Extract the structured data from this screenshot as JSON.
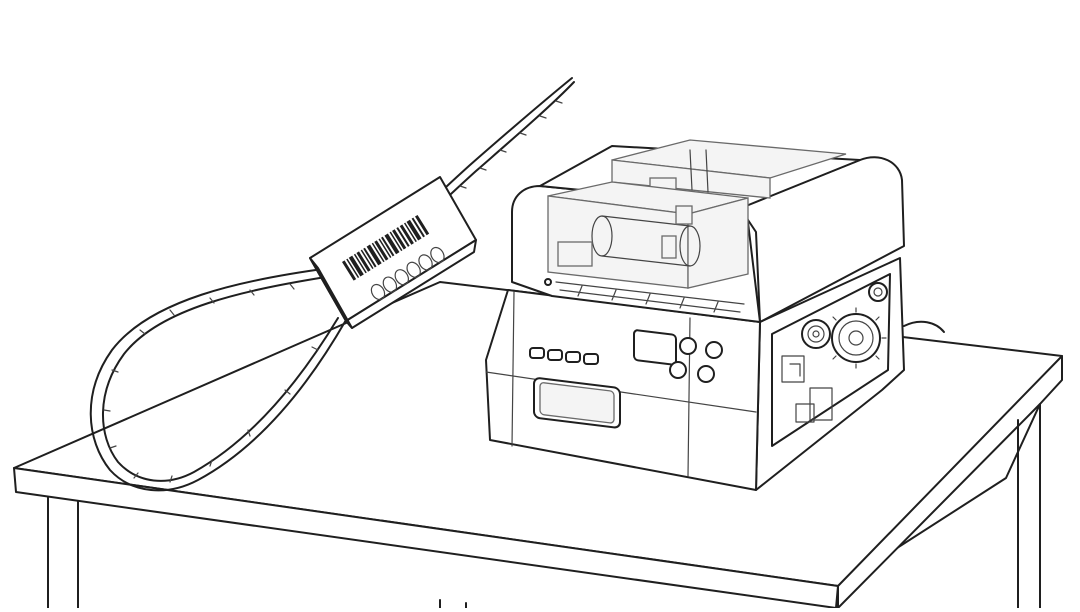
{
  "scene": {
    "objects": [
      "cable-seal",
      "seal-printing-machine",
      "table"
    ]
  }
}
